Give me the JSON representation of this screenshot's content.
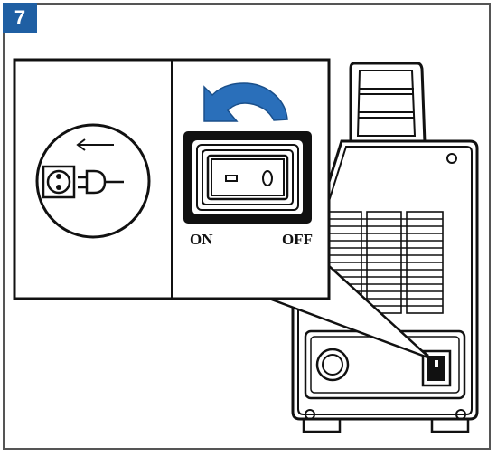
{
  "step": {
    "number": "7"
  },
  "switch_labels": {
    "on": "ON",
    "off": "OFF"
  },
  "icons": {
    "plug": "plug-socket-icon",
    "arrow": "unplug-direction-arrow-icon",
    "rotate": "rotate-arrow-icon"
  },
  "colors": {
    "accent": "#1f5fa3",
    "arrow": "#2a6fba",
    "line": "#111111"
  }
}
